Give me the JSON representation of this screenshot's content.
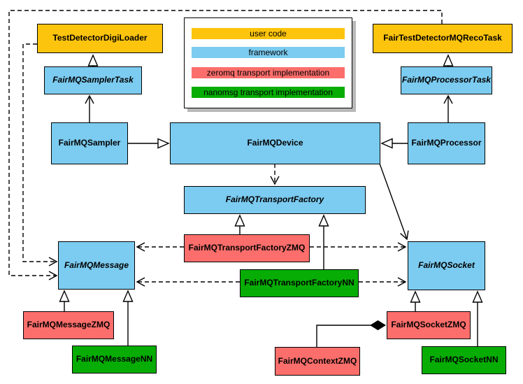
{
  "nodes": {
    "testDetectorDigiLoader": {
      "label": "TestDetectorDigiLoader",
      "category": "user code"
    },
    "fairTestDetectorMQRecoTask": {
      "label": "FairTestDetectorMQRecoTask",
      "category": "user code"
    },
    "fairMQSamplerTask": {
      "label": "FairMQSamplerTask",
      "category": "framework",
      "abstract": true
    },
    "fairMQProcessorTask": {
      "label": "FairMQProcessorTask",
      "category": "framework",
      "abstract": true
    },
    "fairMQSampler": {
      "label": "FairMQSampler",
      "category": "framework"
    },
    "fairMQDevice": {
      "label": "FairMQDevice",
      "category": "framework"
    },
    "fairMQProcessor": {
      "label": "FairMQProcessor",
      "category": "framework"
    },
    "fairMQTransportFactory": {
      "label": "FairMQTransportFactory",
      "category": "framework",
      "abstract": true
    },
    "fairMQTransportFactoryZMQ": {
      "label": "FairMQTransportFactoryZMQ",
      "category": "zeromq transport implementation"
    },
    "fairMQTransportFactoryNN": {
      "label": "FairMQTransportFactoryNN",
      "category": "nanomsg transport implementation"
    },
    "fairMQMessage": {
      "label": "FairMQMessage",
      "category": "framework",
      "abstract": true
    },
    "fairMQMessageZMQ": {
      "label": "FairMQMessageZMQ",
      "category": "zeromq transport implementation"
    },
    "fairMQMessageNN": {
      "label": "FairMQMessageNN",
      "category": "nanomsg transport implementation"
    },
    "fairMQSocket": {
      "label": "FairMQSocket",
      "category": "framework",
      "abstract": true
    },
    "fairMQSocketZMQ": {
      "label": "FairMQSocketZMQ",
      "category": "zeromq transport implementation"
    },
    "fairMQSocketNN": {
      "label": "FairMQSocketNN",
      "category": "nanomsg transport implementation"
    },
    "fairMQContextZMQ": {
      "label": "FairMQContextZMQ",
      "category": "zeromq transport implementation"
    }
  },
  "legend": {
    "items": [
      {
        "label": "user code",
        "color": "#fcc40d"
      },
      {
        "label": "framework",
        "color": "#7ccbf0"
      },
      {
        "label": "zeromq transport implementation",
        "color": "#fb6e6b"
      },
      {
        "label": "nanomsg transport implementation",
        "color": "#07ad04"
      }
    ]
  },
  "colors": {
    "user_code": "#fcc40d",
    "framework": "#7ccbf0",
    "zeromq": "#fb6e6b",
    "nanomsg": "#07ad04",
    "line": "#000000",
    "background": "#ffffff"
  }
}
